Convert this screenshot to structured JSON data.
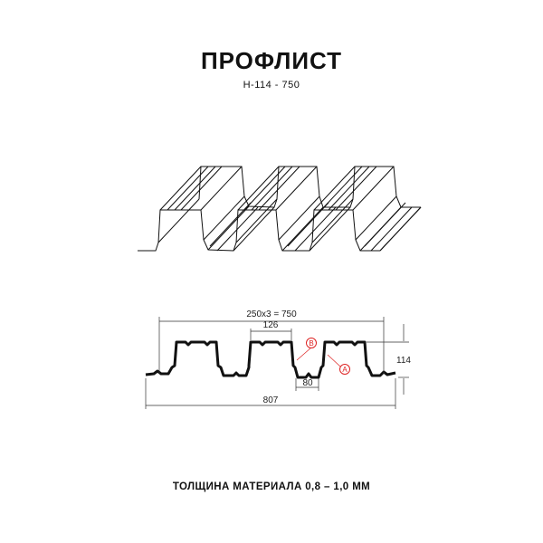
{
  "header": {
    "title": "ПРОФЛИСТ",
    "subtitle": "Н-114 - 750"
  },
  "section": {
    "dim_total_pitch": "250x3 = 750",
    "dim_top_width": "126",
    "dim_bottom_width": "80",
    "dim_height": "114",
    "dim_full_width": "807",
    "marker_a": "A",
    "marker_b": "B"
  },
  "footer": {
    "thickness": "ТОЛЩИНА МАТЕРИАЛА 0,8 – 1,0 ММ"
  },
  "colors": {
    "line": "#111111",
    "marker": "#dd2222"
  }
}
